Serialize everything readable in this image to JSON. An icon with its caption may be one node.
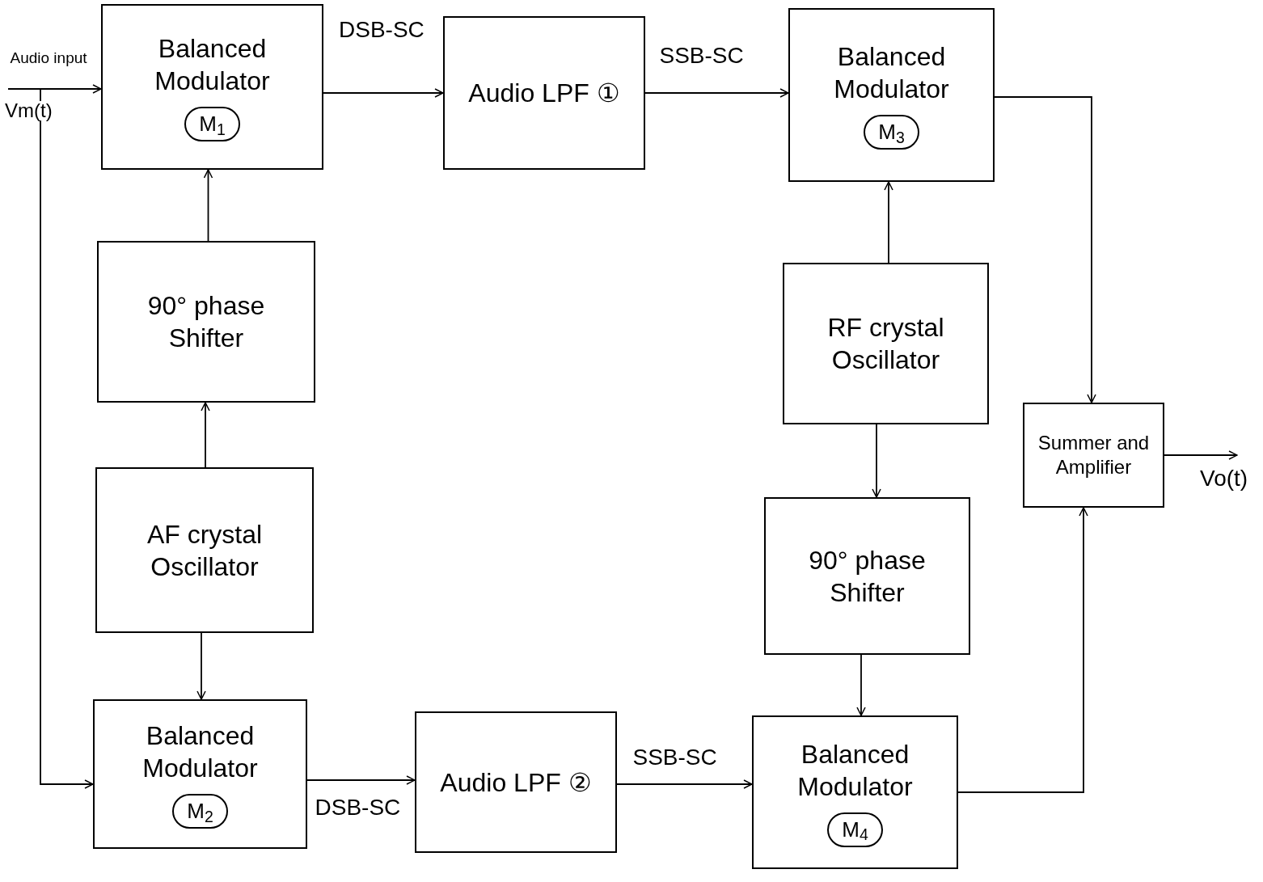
{
  "diagram": {
    "nodes": [
      {
        "text": [
          "Balanced Modulator",
          "M$_{1}$"
        ]
      },
      {
        "text": [
          "Audio LPF ①"
        ]
      },
      {
        "text": [
          "Balanced Modulator",
          "M$_{3}$"
        ]
      },
      {
        "text": [
          "90° phase Shifter"
        ]
      },
      {
        "text": [
          "RF crystal Oscillator"
        ]
      },
      {
        "text": [
          "AF crystal Oscillator"
        ]
      },
      {
        "text": [
          "Summer and Amplifier"
        ]
      },
      {
        "text": [
          "90° phase Shifter"
        ]
      },
      {
        "text": [
          "Balanced Modulator",
          "M$_{2}$"
        ]
      },
      {
        "text": [
          "Audio LPF ②"
        ]
      },
      {
        "text": [
          "Balanced Modulator",
          "M$_{4}$"
        ]
      }
    ],
    "edges": [
      {
        "from": null,
        "to": 0,
        "arrow": "to",
        "label": "Audio input"
      },
      {
        "from": null,
        "to": 8,
        "arrow": "to"
      },
      {
        "from": 0,
        "to": 1,
        "arrow": "to",
        "label": "DSB-SC"
      },
      {
        "from": 1,
        "to": 2,
        "arrow": "to",
        "label": "SSB-SC"
      },
      {
        "from": 3,
        "to": 0,
        "arrow": "to"
      },
      {
        "from": 5,
        "to": 3,
        "arrow": "to"
      },
      {
        "from": 5,
        "to": 8,
        "arrow": "to"
      },
      {
        "from": 4,
        "to": 2,
        "arrow": "to"
      },
      {
        "from": 4,
        "to": 7,
        "arrow": "to"
      },
      {
        "from": 7,
        "to": 10,
        "arrow": "to"
      },
      {
        "from": 8,
        "to": 9,
        "arrow": "to",
        "label": "DSB-SC"
      },
      {
        "from": 9,
        "to": 10,
        "arrow": "to",
        "label": "SSB-SC"
      },
      {
        "from": 2,
        "to": 6,
        "arrow": "to"
      },
      {
        "from": 10,
        "to": 6,
        "arrow": "to"
      },
      {
        "from": 6,
        "to": null,
        "arrow": "to",
        "label": "Vo(t)"
      }
    ],
    "labels": [
      "Vm(t)"
    ]
  }
}
